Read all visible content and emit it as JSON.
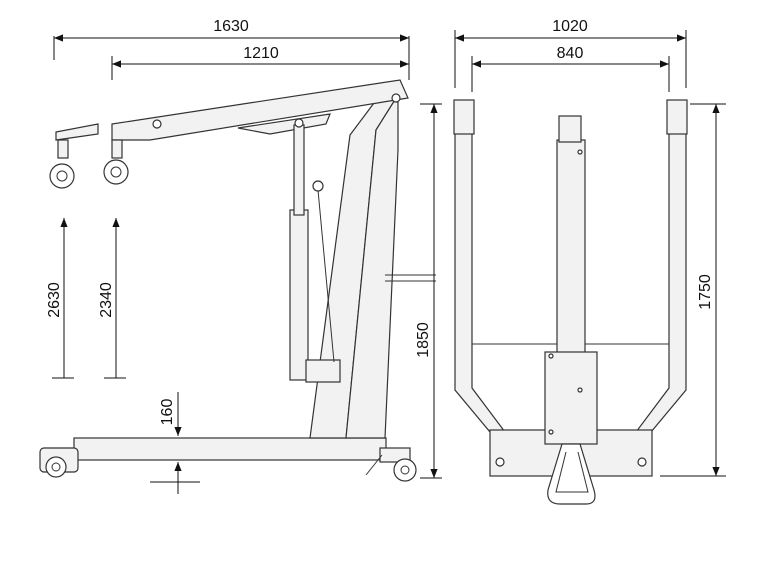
{
  "dimensions": {
    "side_overall_length": "1630",
    "side_boom_reach": "1210",
    "side_max_hook_height_extended": "2630",
    "side_max_hook_height_retracted": "2340",
    "side_leg_clearance": "160",
    "side_mast_height": "1850",
    "front_overall_width": "1020",
    "front_inner_width": "840",
    "front_leg_length": "1750"
  }
}
